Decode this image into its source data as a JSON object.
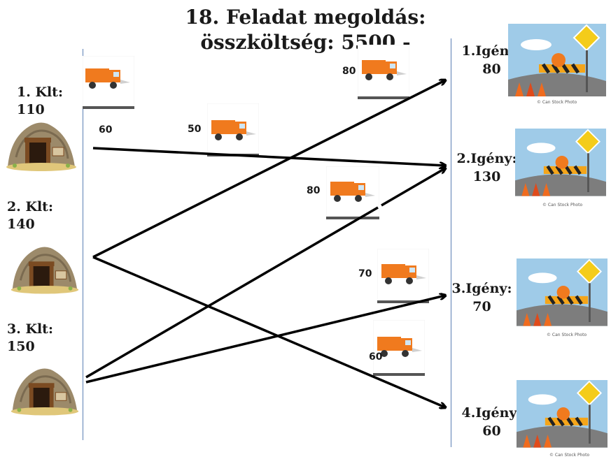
{
  "title": {
    "line1": "18. Feladat megoldás:",
    "line2": "összköltség: 5500.-"
  },
  "suppliers": [
    {
      "label": "1. Klt:",
      "value": "110"
    },
    {
      "label": "2. Klt:",
      "value": "140"
    },
    {
      "label": "3. Klt:",
      "value": "150"
    }
  ],
  "demands": [
    {
      "label": "1.Igény:",
      "value": "80"
    },
    {
      "label": "2.Igény:",
      "value": "130"
    },
    {
      "label": "3.Igény:",
      "value": "70"
    },
    {
      "label": "4.Igény:",
      "value": "60"
    }
  ],
  "shipments": [
    {
      "from": 1,
      "to": 2,
      "amount": "60"
    },
    {
      "from": 1,
      "to": 2,
      "amount": "50"
    },
    {
      "from": 2,
      "to": 1,
      "amount": "80"
    },
    {
      "from": 3,
      "to": 2,
      "amount": "80"
    },
    {
      "from": 3,
      "to": 3,
      "amount": "70"
    },
    {
      "from": 2,
      "to": 4,
      "amount": "60"
    }
  ],
  "image_credit": "© Can Stock Photo",
  "icons": {
    "supplier": "mine-entrance-icon",
    "shipment": "dump-truck-icon",
    "demand": "road-construction-sign-icon"
  }
}
